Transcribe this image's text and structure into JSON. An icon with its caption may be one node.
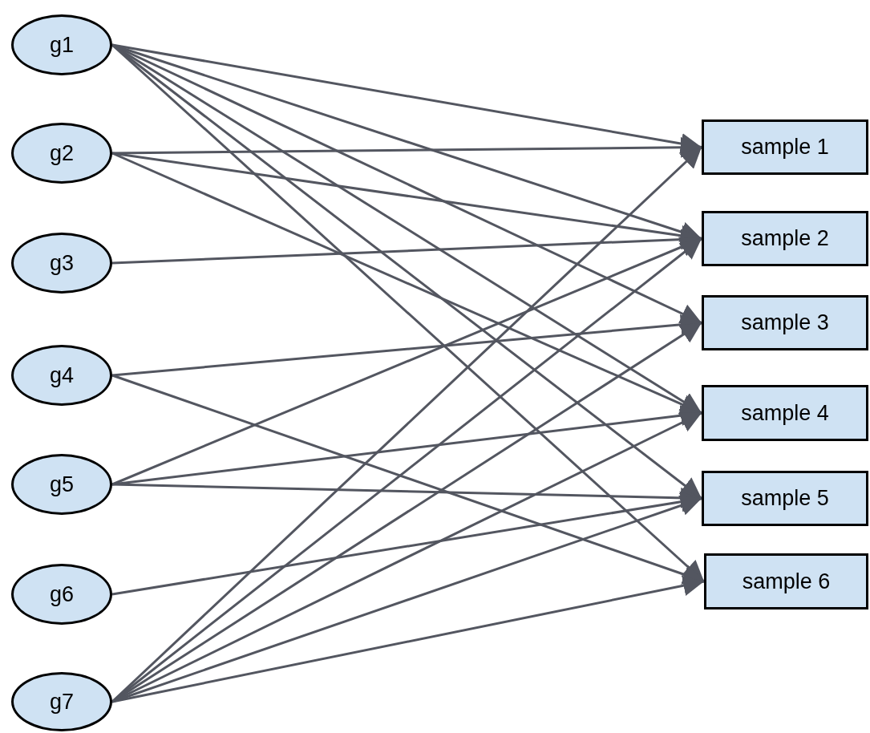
{
  "diagram": {
    "nodes": [
      {
        "text": [
          "g1"
        ]
      },
      {
        "text": [
          "g2"
        ]
      },
      {
        "text": [
          "g3"
        ]
      },
      {
        "text": [
          "g4"
        ]
      },
      {
        "text": [
          "g5"
        ]
      },
      {
        "text": [
          "g6"
        ]
      },
      {
        "text": [
          "g7"
        ]
      },
      {
        "text": [
          "sample 1"
        ]
      },
      {
        "text": [
          "sample 2"
        ]
      },
      {
        "text": [
          "sample 3"
        ]
      },
      {
        "text": [
          "sample 4"
        ]
      },
      {
        "text": [
          "sample 5"
        ]
      },
      {
        "text": [
          "sample 6"
        ]
      }
    ],
    "edges": [
      {
        "from": 0,
        "to": 7,
        "arrow": "to"
      },
      {
        "from": 0,
        "to": 8,
        "arrow": "to"
      },
      {
        "from": 0,
        "to": 9,
        "arrow": "to"
      },
      {
        "from": 0,
        "to": 10,
        "arrow": "to"
      },
      {
        "from": 0,
        "to": 11,
        "arrow": "to"
      },
      {
        "from": 0,
        "to": 12,
        "arrow": "to"
      },
      {
        "from": 1,
        "to": 7,
        "arrow": "to"
      },
      {
        "from": 1,
        "to": 8,
        "arrow": "to"
      },
      {
        "from": 1,
        "to": 10,
        "arrow": "to"
      },
      {
        "from": 2,
        "to": 8,
        "arrow": "to"
      },
      {
        "from": 3,
        "to": 9,
        "arrow": "to"
      },
      {
        "from": 3,
        "to": 12,
        "arrow": "to"
      },
      {
        "from": 4,
        "to": 8,
        "arrow": "to"
      },
      {
        "from": 4,
        "to": 10,
        "arrow": "to"
      },
      {
        "from": 4,
        "to": 11,
        "arrow": "to"
      },
      {
        "from": 5,
        "to": 11,
        "arrow": "to"
      },
      {
        "from": 6,
        "to": 7,
        "arrow": "to"
      },
      {
        "from": 6,
        "to": 8,
        "arrow": "to"
      },
      {
        "from": 6,
        "to": 9,
        "arrow": "to"
      },
      {
        "from": 6,
        "to": 10,
        "arrow": "to"
      },
      {
        "from": 6,
        "to": 11,
        "arrow": "to"
      },
      {
        "from": 6,
        "to": 12,
        "arrow": "to"
      }
    ]
  }
}
